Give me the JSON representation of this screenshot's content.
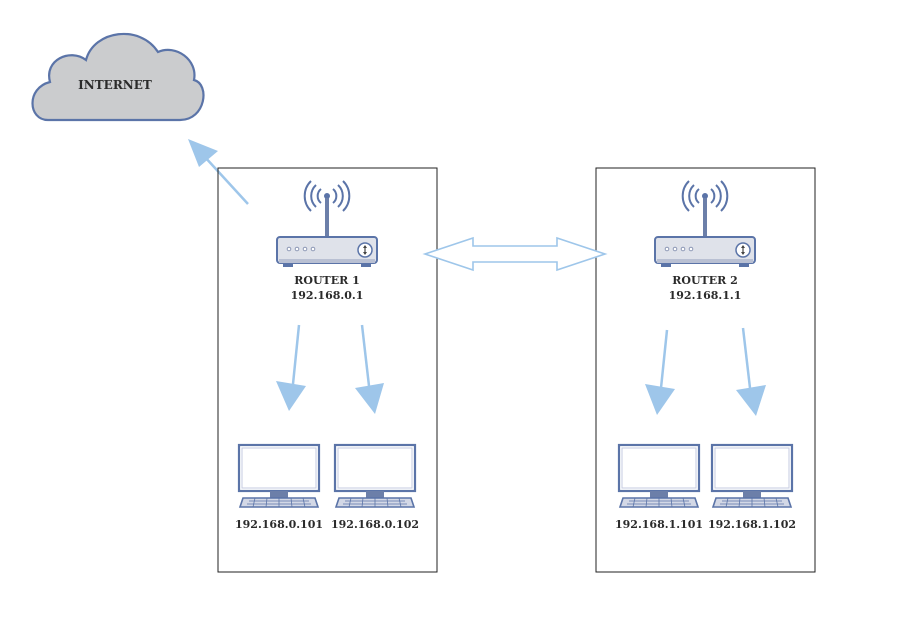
{
  "internet": {
    "label": "INTERNET"
  },
  "networks": [
    {
      "router": {
        "name": "ROUTER 1",
        "ip": "192.168.0.1"
      },
      "computers": [
        {
          "ip": "192.168.0.101"
        },
        {
          "ip": "192.168.0.102"
        }
      ]
    },
    {
      "router": {
        "name": "ROUTER 2",
        "ip": "192.168.1.1"
      },
      "computers": [
        {
          "ip": "192.168.1.101"
        },
        {
          "ip": "192.168.1.102"
        }
      ]
    }
  ],
  "colors": {
    "device_stroke": "#5b74a8",
    "device_fill": "#d9dde8",
    "cloud_fill": "#cbccce",
    "arrow": "#9ec6ea",
    "frame": "#222222"
  }
}
